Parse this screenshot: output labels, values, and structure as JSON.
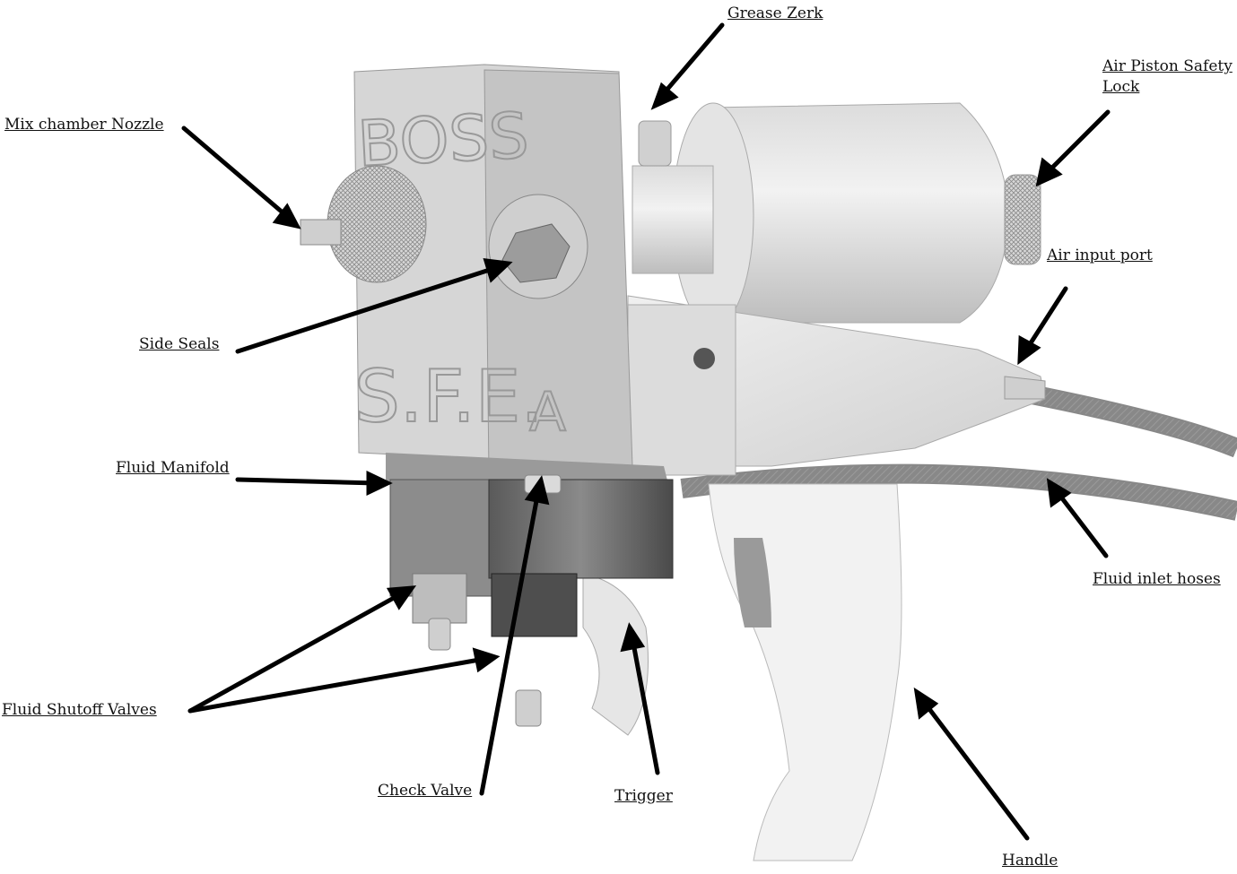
{
  "labels": {
    "grease_zerk": "Grease Zerk",
    "air_piston_safety_lock_line1": "Air Piston Safety",
    "air_piston_safety_lock_line2": "Lock",
    "mix_chamber_nozzle": "Mix chamber Nozzle",
    "air_input_port": "Air input port",
    "side_seals": "Side Seals",
    "fluid_manifold": "Fluid Manifold",
    "fluid_inlet_hoses": "Fluid inlet hoses",
    "fluid_shutoff_valves": "Fluid Shutoff Valves",
    "check_valve": "Check Valve",
    "trigger": "Trigger",
    "handle": "Handle"
  },
  "gun_markings": {
    "brand": "BOSS",
    "maker": "S.F.E.",
    "side": "A"
  },
  "colors": {
    "arrow": "#000000",
    "metal_light": "#e6e6e6",
    "metal_mid": "#c8c8c8",
    "metal_dark": "#8a8a8a",
    "block_dark": "#6e6e6e"
  }
}
